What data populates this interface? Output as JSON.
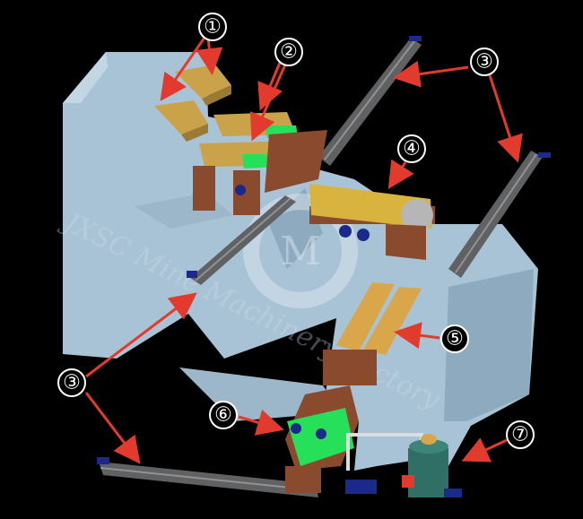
{
  "watermark": {
    "text": "JXSC Mine Machinery Factory"
  },
  "callouts": [
    {
      "id": "1",
      "label": "①"
    },
    {
      "id": "2",
      "label": "②"
    },
    {
      "id": "3a",
      "label": "③"
    },
    {
      "id": "4",
      "label": "④"
    },
    {
      "id": "5",
      "label": "⑤"
    },
    {
      "id": "3b",
      "label": "③"
    },
    {
      "id": "6",
      "label": "⑥"
    },
    {
      "id": "7",
      "label": "⑦"
    }
  ],
  "colors": {
    "background": "#000000",
    "terrain": "#a9c3d6",
    "terrain_shadow": "#8eaabf",
    "hopper": "#c9a24a",
    "steel": "#8a4a2e",
    "conveyor": "#6c6e70",
    "screen_green": "#27e05a",
    "motor_blue": "#1b2a8a",
    "arrow_red": "#e23b2e",
    "trommel": "#d8b33e",
    "sluice": "#d9a64a",
    "centrifuge": "#2f6f66"
  }
}
